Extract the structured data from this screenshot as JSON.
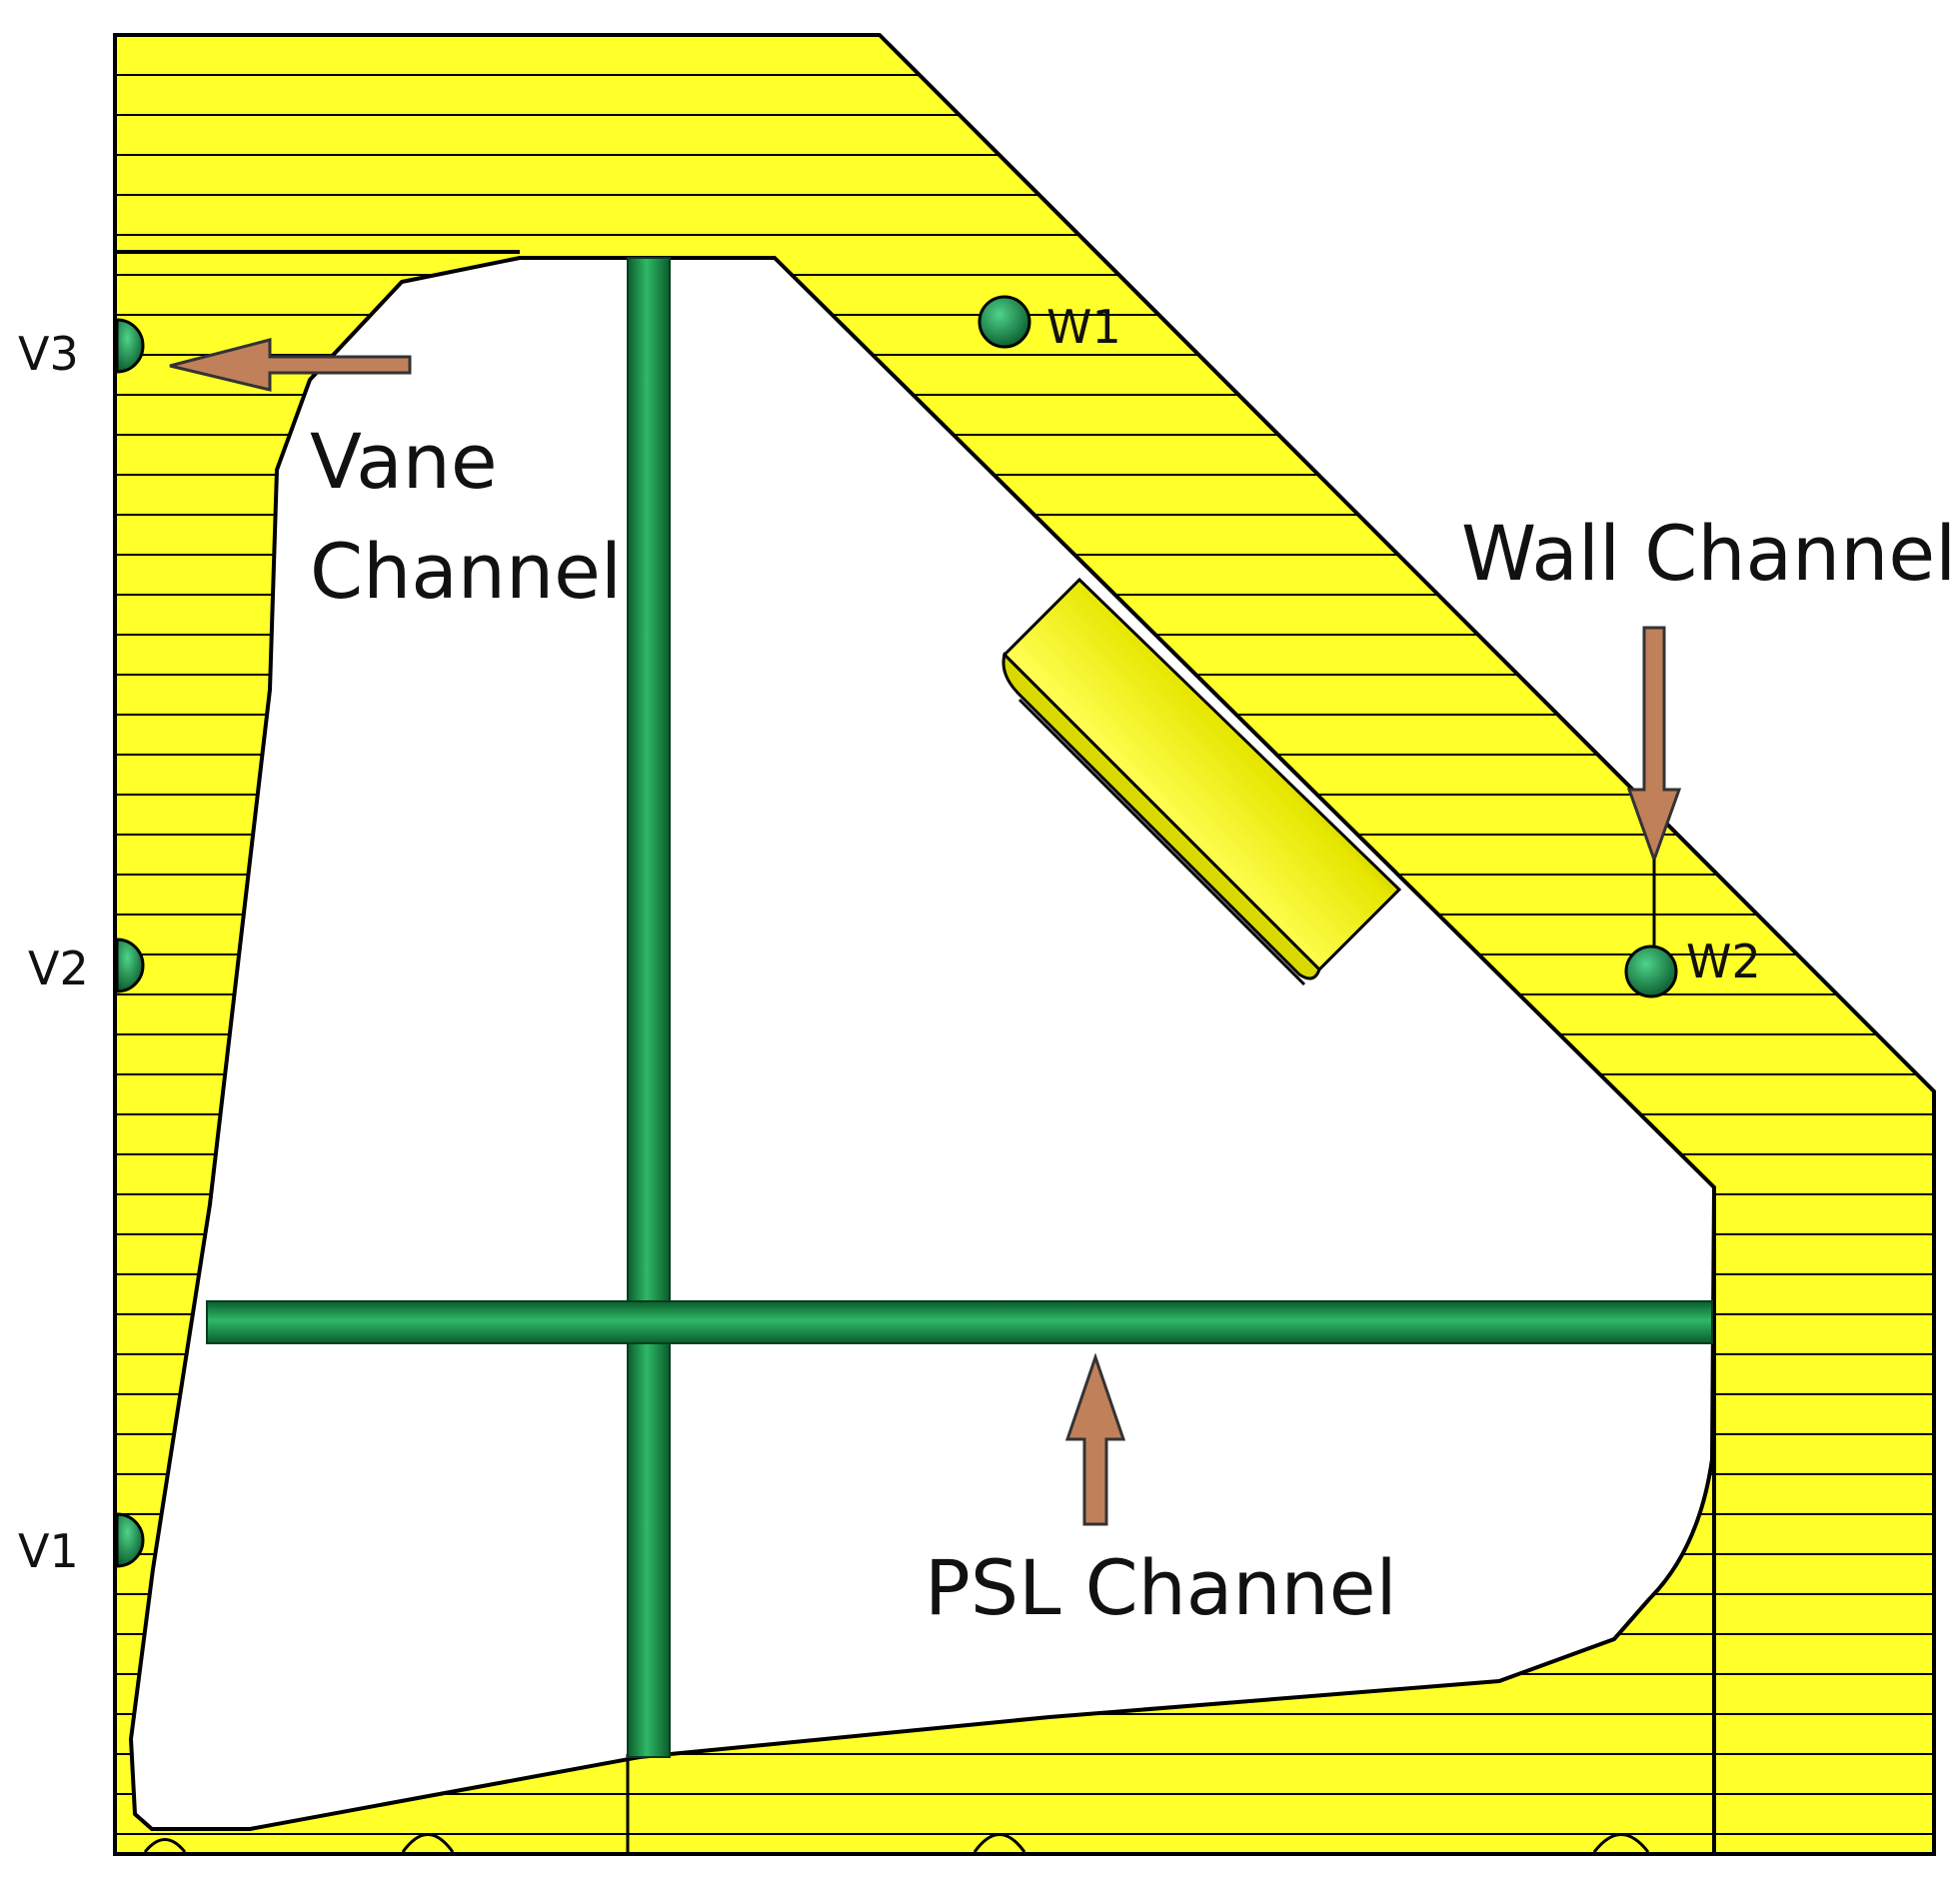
{
  "colors": {
    "body_fill": "#ffff2a",
    "outline": "#000000",
    "hatch": "#000000",
    "channel_green": "#0d7a3c",
    "arrow_brown": "#c0805a",
    "background": "#ffffff"
  },
  "labels": {
    "vane_channel": [
      "Vane",
      "Channel"
    ],
    "wall_channel": "Wall Channel",
    "psl_channel": "PSL Channel",
    "v1": "V1",
    "v2": "V2",
    "v3": "V3",
    "w1": "W1",
    "w2": "W2"
  },
  "icons": {
    "arrow": "arrow-icon",
    "sensor": "sensor-dot-icon"
  }
}
